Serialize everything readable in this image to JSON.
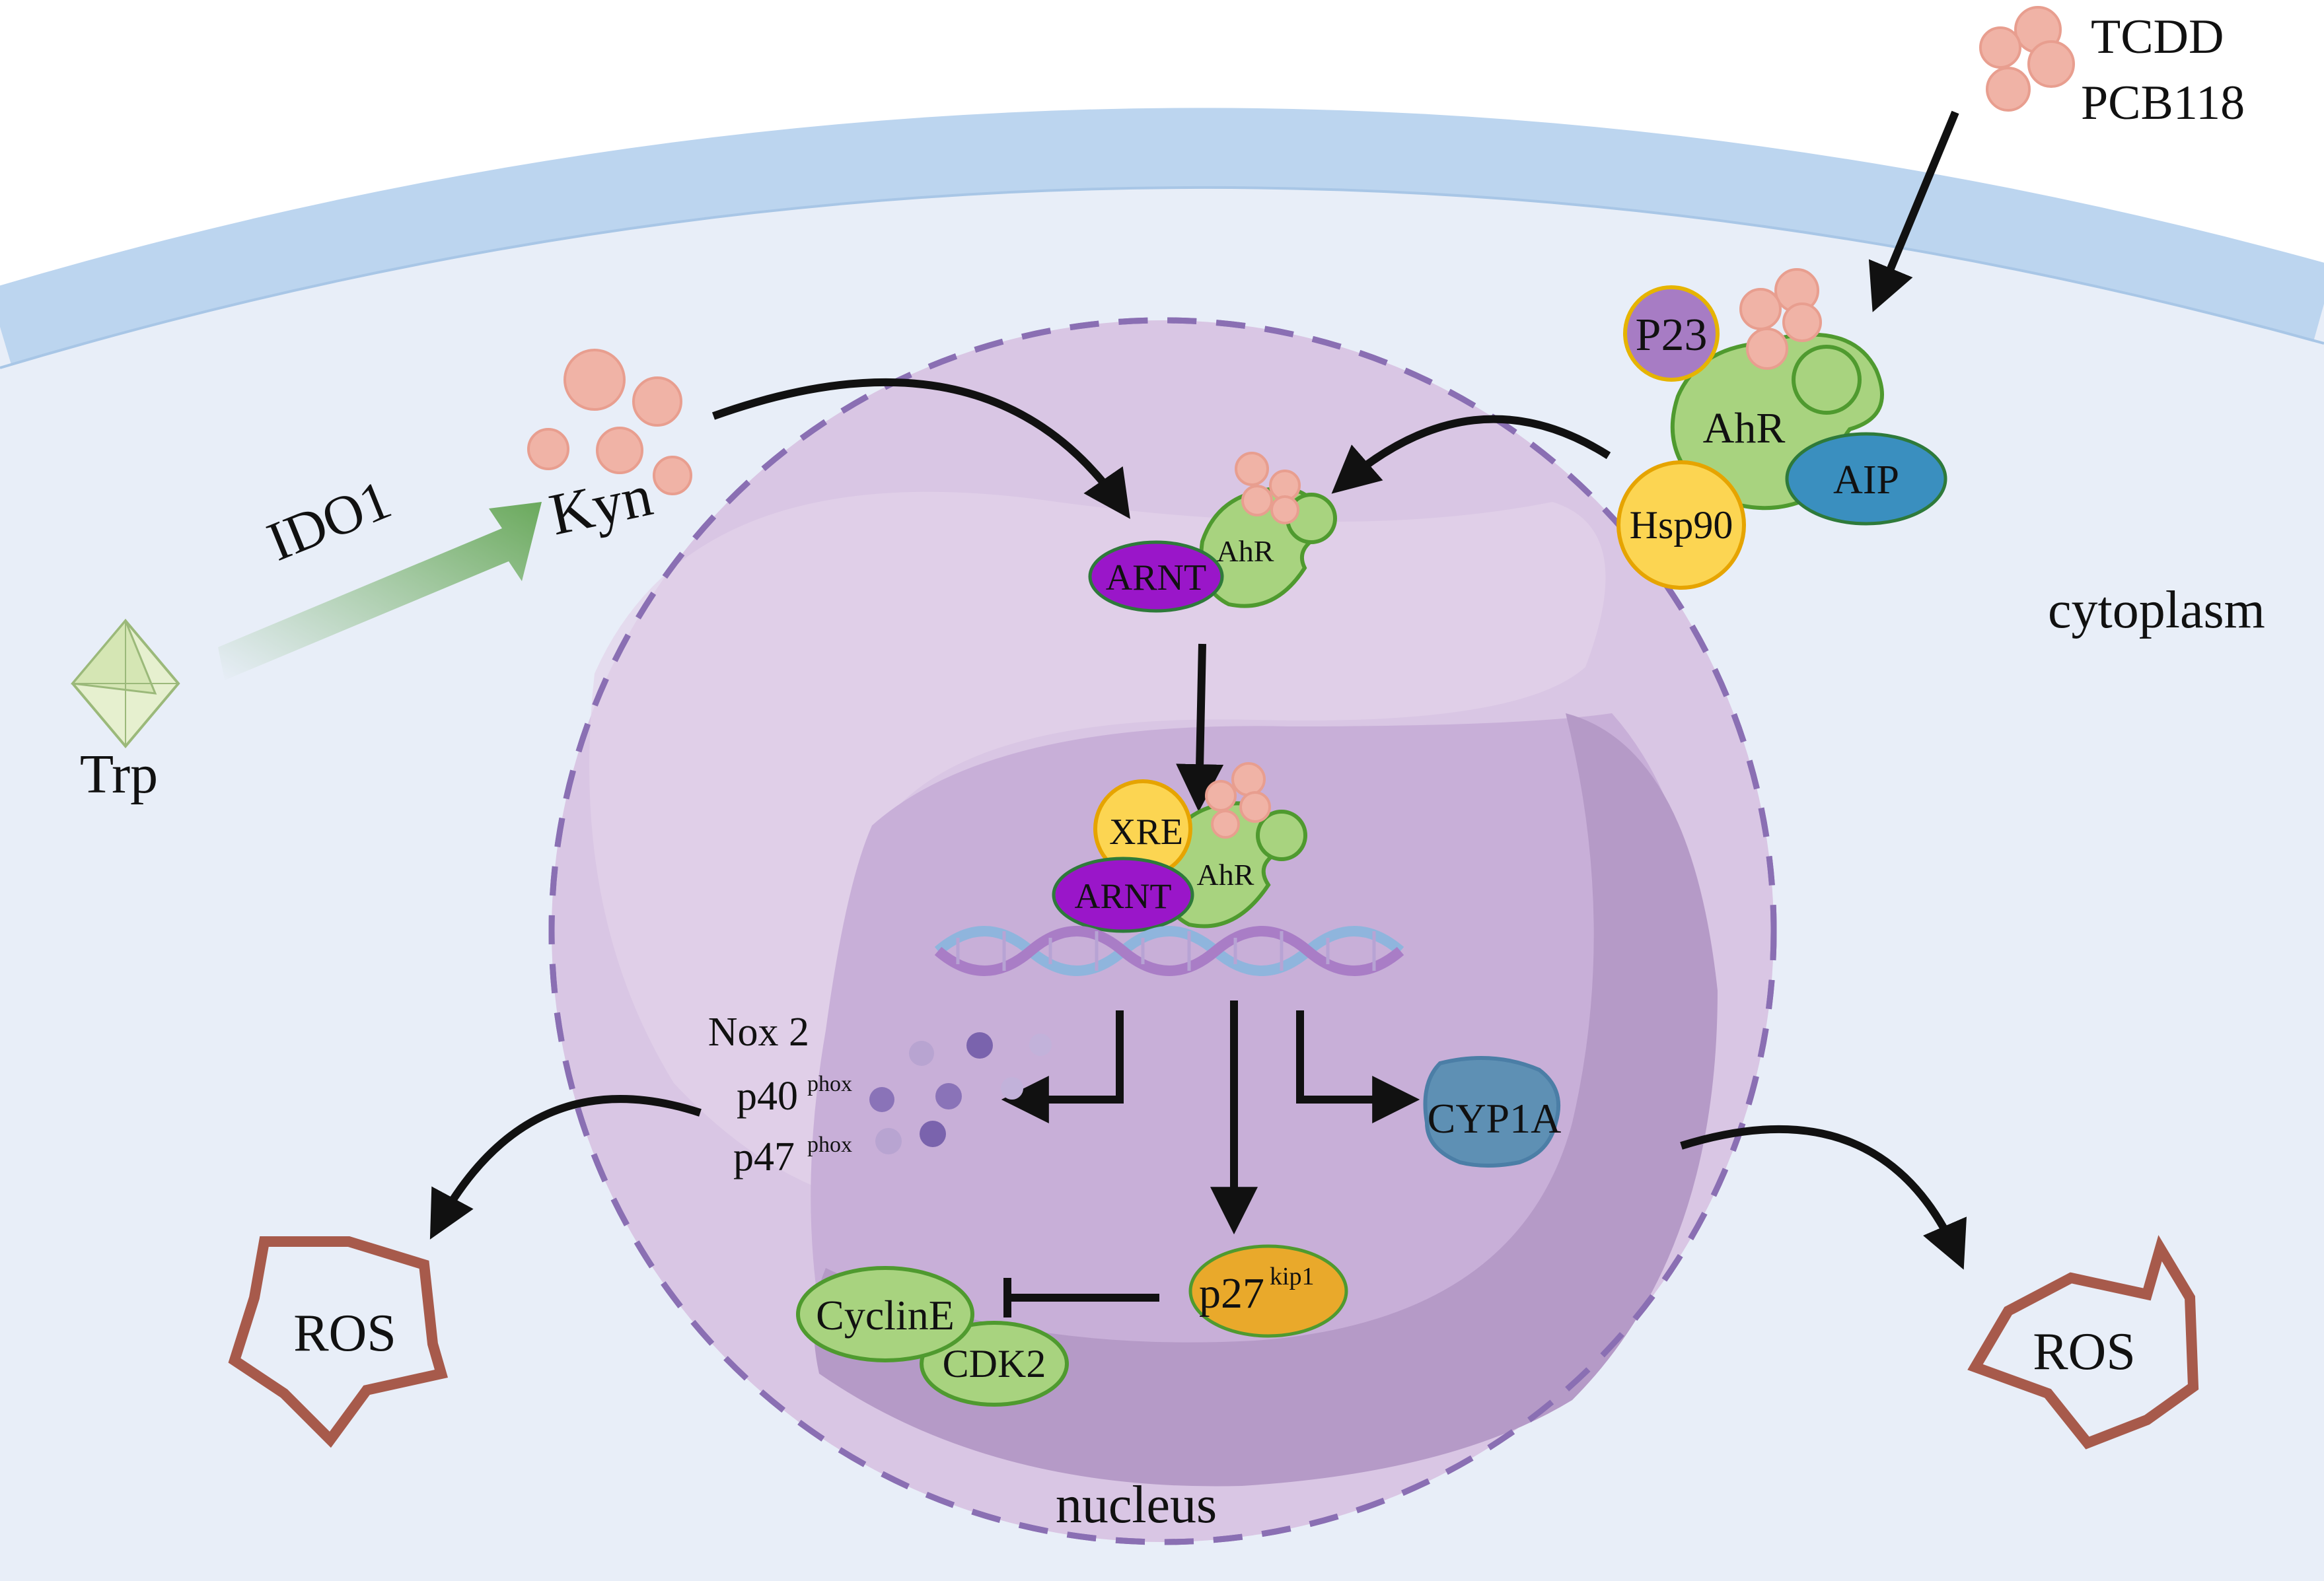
{
  "labels": {
    "tcdd": "TCDD",
    "pcb118": "PCB118",
    "ido1": "IDO1",
    "kyn": "Kyn",
    "trp": "Trp",
    "cytoplasm": "cytoplasm",
    "nucleus": "nucleus",
    "p23": "P23",
    "ahr_cyto": "AhR",
    "aip": "AIP",
    "hsp90": "Hsp90",
    "arnt_top": "ARNT",
    "ahr_top": "AhR",
    "xre": "XRE",
    "arnt_mid": "ARNT",
    "ahr_mid": "AhR",
    "nox2": "Nox 2",
    "p40": "p40",
    "p40_sup": "phox",
    "p47": "p47",
    "p47_sup": "phox",
    "cyp1a": "CYP1A",
    "p27": "p27",
    "p27_sup": "kip1",
    "cycline": "CyclinE",
    "cdk2": "CDK2",
    "ros_left": "ROS",
    "ros_right": "ROS"
  },
  "colors": {
    "membrane": "#bcd5ef",
    "cytoplasm": "#e8eef8",
    "nucleus": "#cdb6da",
    "nucleolus": "#b59ac7",
    "ahr": "#a8d37f",
    "arnt": "#9a16c9",
    "p23": "#a77cc4",
    "aip": "#3a8fbf",
    "hsp90": "#fcd552",
    "xre": "#fcd552",
    "p27": "#e9a92b",
    "ligand": "#f0b3a6",
    "cyp1a": "#5e90b4",
    "ros_stroke": "#a75a4b",
    "arrow_green": "#78b36a"
  }
}
